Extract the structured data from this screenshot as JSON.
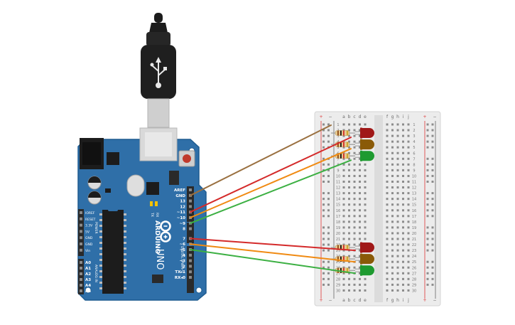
{
  "board": {
    "brand": "ARDUINO",
    "model": "UNO",
    "rx_label": "RX",
    "tx_label": "TX",
    "digital_label": "DIGITAL (PWM~)",
    "power_label": "POWER",
    "analog_label": "ANALOG IN",
    "digital_pins": [
      "AREF",
      "GND",
      "13",
      "12",
      "~11",
      "~10",
      "~9",
      "8",
      "7",
      "~6",
      "~5",
      "4",
      "~3",
      "2",
      "TX▸1",
      "RX◂0"
    ],
    "power_pins": [
      "IOREF",
      "RESET",
      "3.3V",
      "5V",
      "GND",
      "GND",
      "Vin"
    ],
    "analog_pins": [
      "A0",
      "A1",
      "A2",
      "A3",
      "A4",
      "A5"
    ],
    "colors": {
      "pcb": "#2f6fa8",
      "pcb_edge": "#1f5c90",
      "header": "#2a2a2a"
    }
  },
  "breadboard": {
    "left_cols": [
      "a",
      "b",
      "c",
      "d",
      "e"
    ],
    "right_cols": [
      "f",
      "g",
      "h",
      "i",
      "j"
    ],
    "rail_plus": "+",
    "rail_minus": "−",
    "rows": 30
  },
  "wires": [
    {
      "from_pin": "GND",
      "color": "#9a7040",
      "name": "wire-gnd"
    },
    {
      "from_pin": "~11",
      "color": "#d42a2a",
      "name": "wire-pin-11"
    },
    {
      "from_pin": "~10",
      "color": "#f08a12",
      "name": "wire-pin-10"
    },
    {
      "from_pin": "~9",
      "color": "#3cb043",
      "name": "wire-pin-9"
    },
    {
      "from_pin": "7",
      "color": "#d42a2a",
      "name": "wire-pin-7"
    },
    {
      "from_pin": "~6",
      "color": "#f08a12",
      "name": "wire-pin-6"
    },
    {
      "from_pin": "~5",
      "color": "#3cb043",
      "name": "wire-pin-5"
    }
  ],
  "leds": [
    {
      "group": 1,
      "color": "#a01818",
      "name": "led-red-1"
    },
    {
      "group": 1,
      "color": "#8a5a08",
      "name": "led-yellow-1"
    },
    {
      "group": 1,
      "color": "#1e9a30",
      "name": "led-green-1"
    },
    {
      "group": 2,
      "color": "#a01818",
      "name": "led-red-2"
    },
    {
      "group": 2,
      "color": "#8a5a08",
      "name": "led-yellow-2"
    },
    {
      "group": 2,
      "color": "#1e9a30",
      "name": "led-green-2"
    }
  ]
}
